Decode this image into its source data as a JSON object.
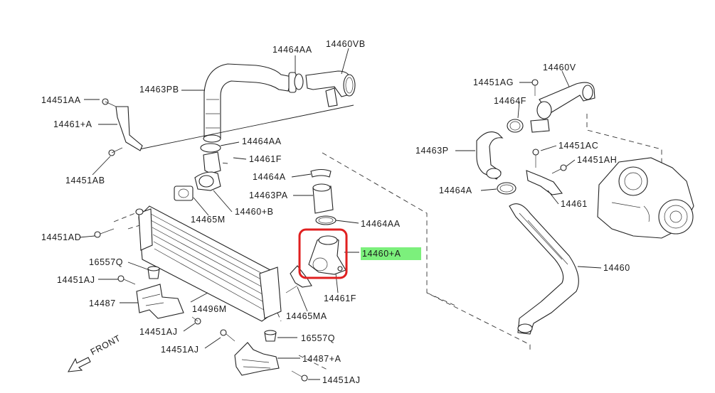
{
  "colors": {
    "highlight_box": "#e02020",
    "highlight_label_bg": "#7cf07c",
    "line": "#222222"
  },
  "front_label": "FRONT",
  "labels": {
    "l14464AA_top": "14464AA",
    "l14460VB": "14460VB",
    "l14463PB": "14463PB",
    "l14451AA": "14451AA",
    "l14461A": "14461+A",
    "l14451AB": "14451AB",
    "l14464AA_mid": "14464AA",
    "l14461F_top": "14461F",
    "l14464A_mid": "14464A",
    "l14463PA": "14463PA",
    "l14460B": "14460+B",
    "l14465M": "14465M",
    "l14464AA_low": "14464AA",
    "l14460A": "14460+A",
    "l14451AD": "14451AD",
    "l16557Q_left": "16557Q",
    "l14451AJ_left": "14451AJ",
    "l14487": "14487",
    "l14496M": "14496M",
    "l14465MA": "14465MA",
    "l14461F_low": "14461F",
    "l14451AJ_mid": "14451AJ",
    "l16557Q_right": "16557Q",
    "l14451AJ_low": "14451AJ",
    "l14487A": "14487+A",
    "l14451AJ_right": "14451AJ",
    "l14460V": "14460V",
    "l14451AG": "14451AG",
    "l14464F": "14464F",
    "l14463P": "14463P",
    "l14451AC": "14451AC",
    "l14451AH": "14451AH",
    "l14464A_right": "14464A",
    "l14461": "14461",
    "l14460": "14460"
  }
}
